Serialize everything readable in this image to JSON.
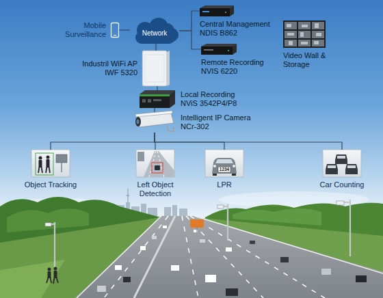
{
  "diagram": {
    "nodes": [
      {
        "text": [
          "Mobile Surveillance"
        ]
      },
      {
        "text": [
          "Network"
        ]
      },
      {
        "text": [
          "Central Management",
          "NDIS B862"
        ]
      },
      {
        "text": [
          "Remote Recording",
          "NVIS 6220"
        ]
      },
      {
        "text": [
          "Video Wall & Storage"
        ]
      },
      {
        "text": [
          "Industril WiFi AP",
          "IWF 5320"
        ]
      },
      {
        "text": [
          "Local Recording",
          "NViS 3542P4/P8"
        ]
      },
      {
        "text": [
          "Intelligent IP Camera",
          "NCr-302"
        ]
      },
      {
        "text": [
          "Object Tracking"
        ]
      },
      {
        "text": [
          "Left Object Detection"
        ]
      },
      {
        "text": [
          "LPR"
        ]
      },
      {
        "text": [
          "Car Counting"
        ]
      }
    ],
    "edges": [
      {
        "from": 0,
        "to": 1,
        "arrow": "none"
      },
      {
        "from": 1,
        "to": 2,
        "arrow": "none"
      },
      {
        "from": 1,
        "to": 3,
        "arrow": "none"
      },
      {
        "from": 1,
        "to": 5,
        "arrow": "none"
      },
      {
        "from": 5,
        "to": 6,
        "arrow": "none"
      },
      {
        "from": 6,
        "to": 7,
        "arrow": "none"
      },
      {
        "from": 7,
        "to": 8,
        "arrow": "none"
      },
      {
        "from": 7,
        "to": 9,
        "arrow": "none"
      },
      {
        "from": 7,
        "to": 10,
        "arrow": "none"
      },
      {
        "from": 7,
        "to": 11,
        "arrow": "none"
      }
    ],
    "labels": [
      "1234"
    ]
  }
}
